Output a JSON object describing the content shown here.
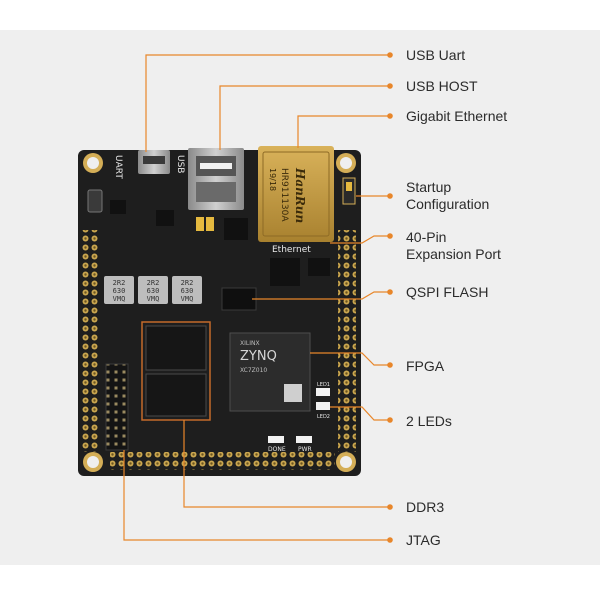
{
  "callouts": [
    {
      "key": "usb_uart",
      "label": "USB Uart"
    },
    {
      "key": "usb_host",
      "label": "USB HOST"
    },
    {
      "key": "gigabit_ethernet",
      "label": "Gigabit Ethernet"
    },
    {
      "key": "startup_config",
      "label": "Startup\nConfiguration"
    },
    {
      "key": "expansion_port",
      "label": "40-Pin\nExpansion Port"
    },
    {
      "key": "qspi_flash",
      "label": "QSPI FLASH"
    },
    {
      "key": "fpga",
      "label": "FPGA"
    },
    {
      "key": "leds",
      "label": "2 LEDs"
    },
    {
      "key": "ddr3",
      "label": "DDR3"
    },
    {
      "key": "jtag",
      "label": "JTAG"
    }
  ],
  "silkscreen": {
    "uart": "UART",
    "usb": "USB",
    "ethernet": "Ethernet",
    "done": "DONE",
    "pwr": "PWR",
    "led1": "LED1",
    "led2": "LED2"
  },
  "components": {
    "rj45_brand": "HanRun",
    "rj45_part": "HR911130A",
    "rj45_date": "19/18",
    "inductor_marking": [
      "2R2",
      "630",
      "VMQ"
    ],
    "fpga_brand": "XILINX",
    "fpga_name": "ZYNQ",
    "fpga_part": "XC7Z010"
  },
  "colors": {
    "accent": "#e8862a",
    "pcb": "#1e1e1e",
    "gold": "#c9a24a"
  }
}
